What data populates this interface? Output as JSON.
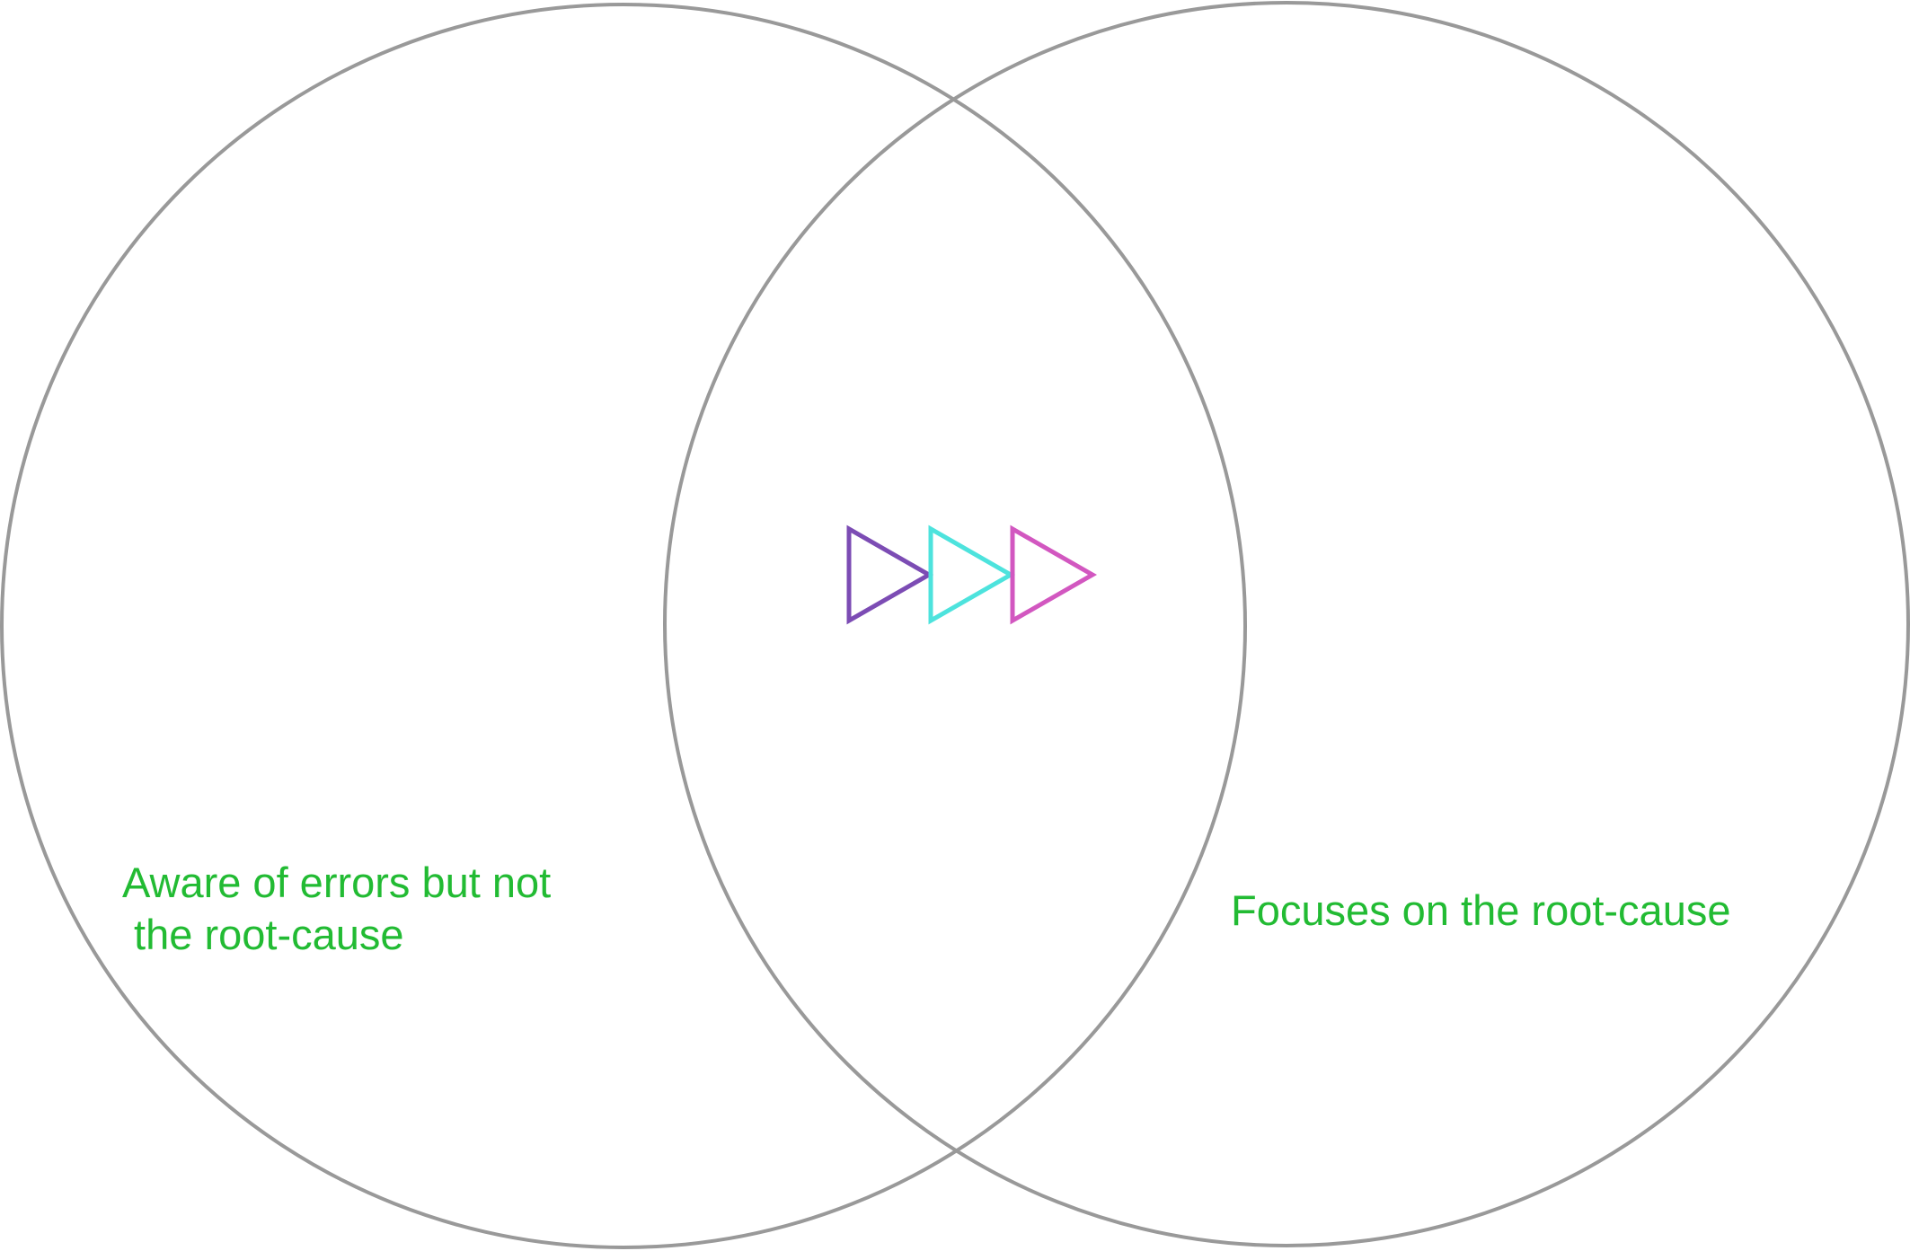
{
  "colors": {
    "background": "#ffffff",
    "circle_stroke": "#999999",
    "label_text": "#22bb33",
    "marker_1": "#7c4cb4",
    "marker_2": "#4de3dd",
    "marker_3": "#d257c0"
  },
  "sets": {
    "left": {
      "label": "Aware of errors but not\n the root-cause"
    },
    "right": {
      "label": "Focuses on the root-cause"
    }
  },
  "markers": [
    {
      "icon": "play-triangle-icon",
      "color_key": "marker_1"
    },
    {
      "icon": "play-triangle-icon",
      "color_key": "marker_2"
    },
    {
      "icon": "play-triangle-icon",
      "color_key": "marker_3"
    }
  ]
}
